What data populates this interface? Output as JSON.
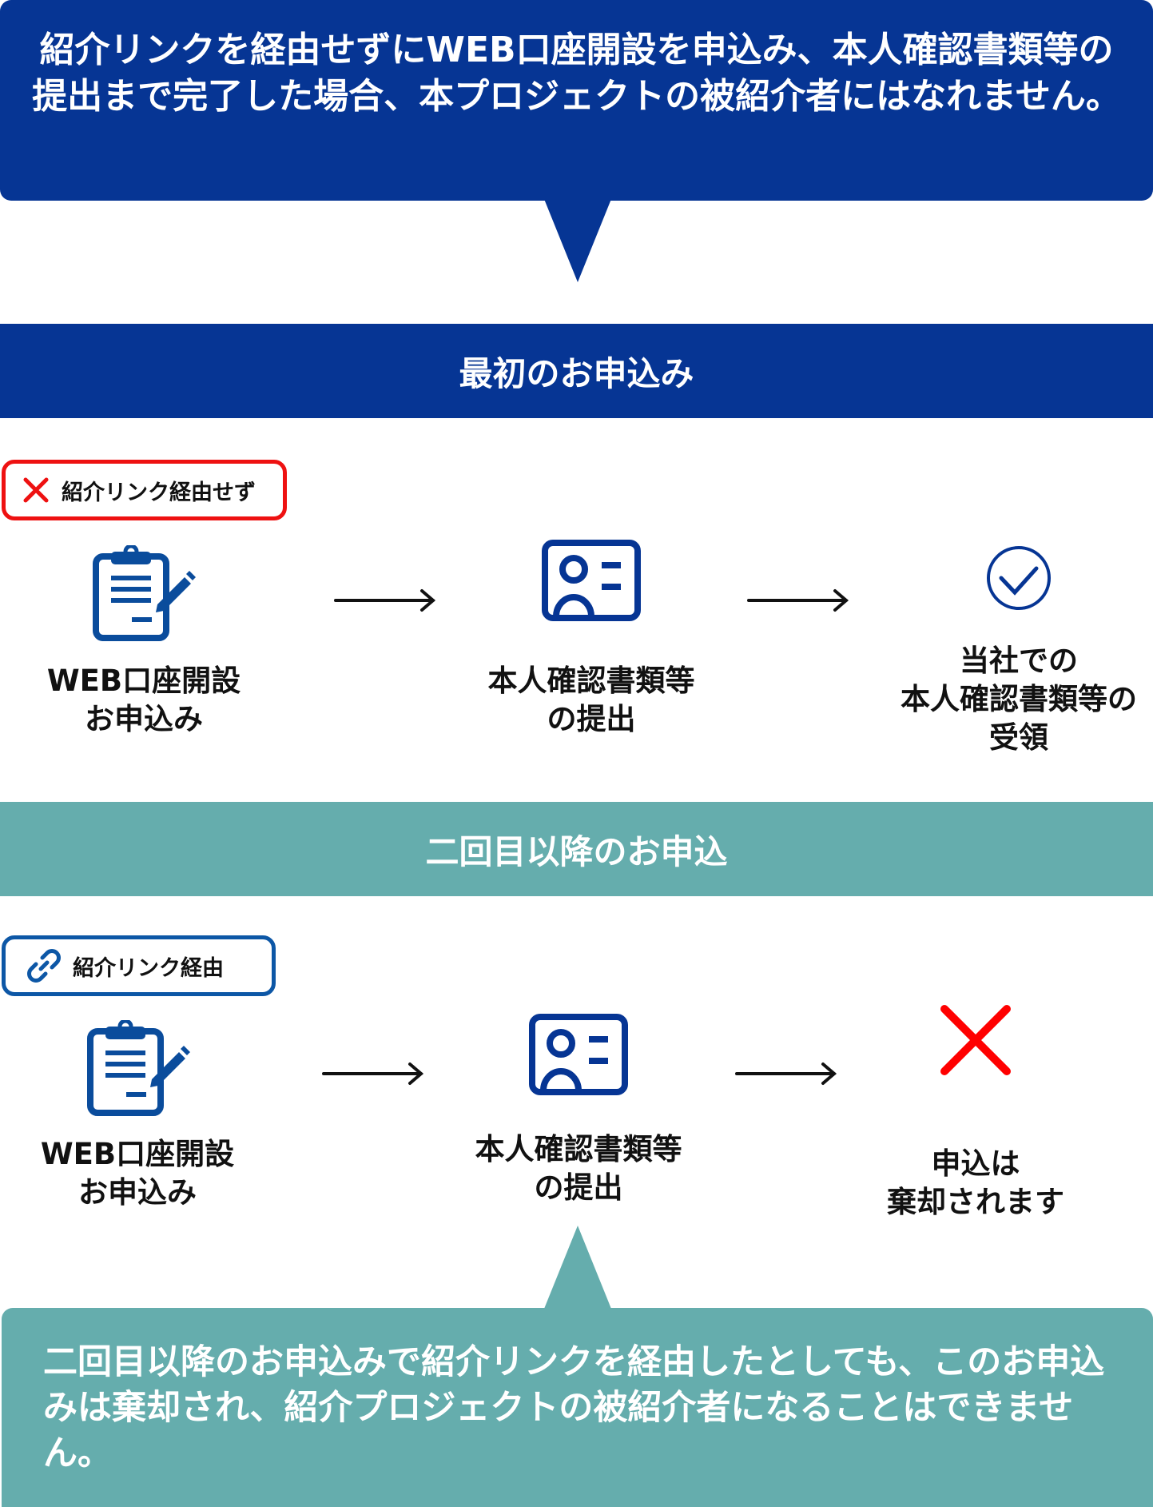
{
  "top_callout": {
    "text": "紹介リンクを経由せずにWEB口座開設を申込み、本人確認書類等の提出まで完了した場合、本プロジェクトの被紹介者にはなれません。",
    "color": "#063594"
  },
  "first": {
    "header": "最初のお申込み",
    "badge": {
      "icon": "red-x-icon",
      "label": "紹介リンク経由せず",
      "border_color": "#ee1111"
    },
    "steps": [
      {
        "icon": "clipboard-pencil-icon",
        "line1": "WEB口座開設",
        "line2": "お申込み"
      },
      {
        "icon": "id-card-icon",
        "line1": "本人確認書類等",
        "line2": "の提出"
      },
      {
        "icon": "check-circle-icon",
        "line1": "当社での",
        "line2": "本人確認書類等の",
        "line3": "受領"
      }
    ]
  },
  "second": {
    "header": "二回目以降のお申込",
    "badge": {
      "icon": "link-icon",
      "label": "紹介リンク経由",
      "border_color": "#0d57a6"
    },
    "steps": [
      {
        "icon": "clipboard-pencil-icon",
        "line1": "WEB口座開設",
        "line2": "お申込み"
      },
      {
        "icon": "id-card-icon",
        "line1": "本人確認書類等",
        "line2": "の提出"
      },
      {
        "icon": "red-x-icon",
        "line1": "申込は",
        "line2": "棄却されます"
      }
    ]
  },
  "bottom_callout": {
    "text": "二回目以降のお申込みで紹介リンクを経由したとしても、このお申込みは棄却され、紹介プロジェクトの被紹介者になることはできません。",
    "color": "#65adad"
  }
}
